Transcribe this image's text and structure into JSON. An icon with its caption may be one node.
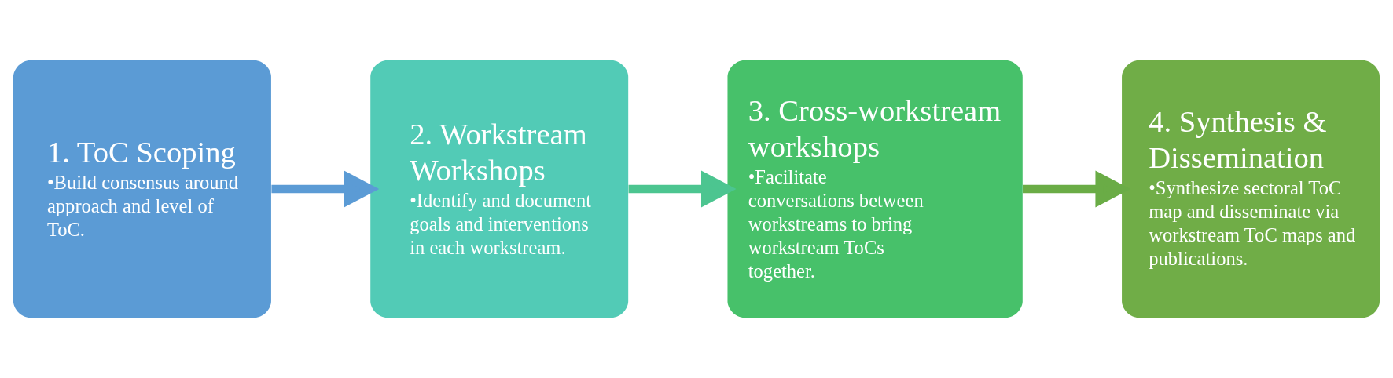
{
  "diagram": {
    "nodes": [
      {
        "text": [
          "1. ToC Scoping",
          "•Build consensus around approach and level of ToC."
        ]
      },
      {
        "text": [
          "2. Workstream Workshops",
          "•Identify and document goals and interventions in each workstream."
        ]
      },
      {
        "text": [
          "3. Cross-workstream workshops",
          "•Facilitate conversations between workstreams to bring workstream ToCs together."
        ]
      },
      {
        "text": [
          "4. Synthesis & Dissemination",
          "•Synthesize sectoral ToC map and disseminate via workstream ToC maps and publications."
        ]
      }
    ],
    "edges": [
      {
        "from": 0,
        "to": 1,
        "arrow": "to",
        "color": "#5b9bd5"
      },
      {
        "from": 1,
        "to": 2,
        "arrow": "to",
        "color": "#4cc590"
      },
      {
        "from": 2,
        "to": 3,
        "arrow": "to",
        "color": "#6aac46"
      }
    ]
  }
}
